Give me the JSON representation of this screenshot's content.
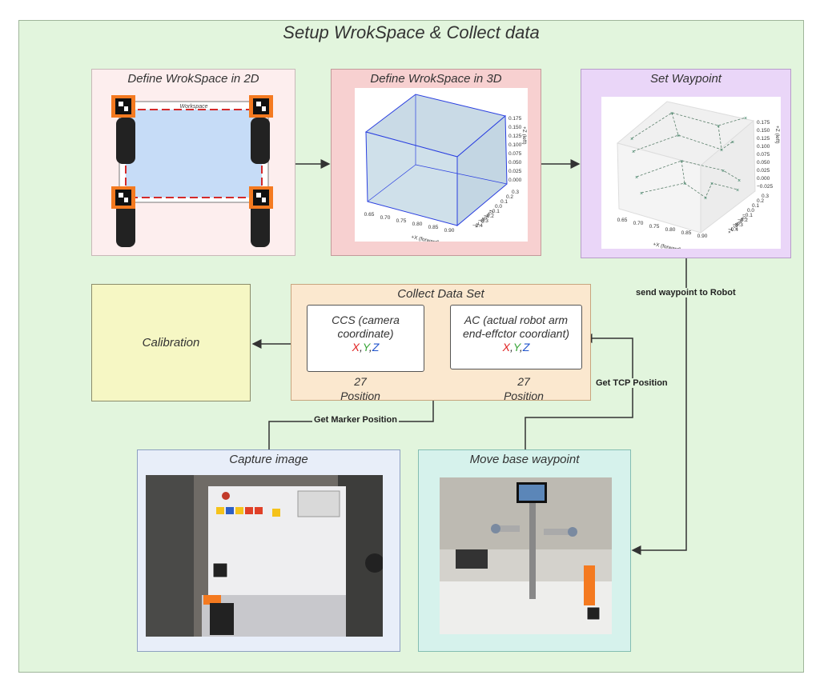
{
  "title": "Setup WrokSpace & Collect data",
  "panels": {
    "ws2d": {
      "title": "Define WrokSpace in 2D",
      "inner_label": "Workspace"
    },
    "ws3d": {
      "title": "Define WrokSpace in 3D",
      "x_label": "+X (forward)",
      "y_label": "+Y (down)",
      "z_label": "+Z (left)",
      "x_ticks": [
        "0.65",
        "0.70",
        "0.75",
        "0.80",
        "0.85",
        "0.90"
      ],
      "y_ticks": [
        "0.3",
        "0.2",
        "0.1",
        "0.0",
        "−0.1",
        "−0.2",
        "−0.3",
        "−0.4"
      ],
      "z_ticks": [
        "0.175",
        "0.150",
        "0.125",
        "0.100",
        "0.075",
        "0.050",
        "0.025",
        "0.000"
      ]
    },
    "waypoint": {
      "title": "Set Waypoint",
      "x_label": "+X (forward)",
      "y_label": "+Y (down)",
      "z_label": "+Z (left)",
      "x_ticks": [
        "0.65",
        "0.70",
        "0.75",
        "0.80",
        "0.85",
        "0.90"
      ],
      "y_ticks": [
        "0.3",
        "0.2",
        "0.1",
        "0.0",
        "−0.1",
        "−0.2",
        "−0.3",
        "−0.4"
      ],
      "z_ticks": [
        "0.175",
        "0.150",
        "0.125",
        "0.100",
        "0.075",
        "0.050",
        "0.025",
        "0.000",
        "−0.025"
      ]
    },
    "calibration": {
      "label": "Calibration"
    },
    "collect": {
      "title": "Collect Data Set",
      "ccs_text": "CCS (camera coordinate)",
      "ac_text": "AC (actual robot arm end-effctor coordiant)",
      "x": "X",
      "comma1": ",",
      "y": "Y",
      "comma2": ",",
      "z": "Z",
      "ccs_count": "27",
      "ac_count": "27",
      "position_label": "Position"
    },
    "capture": {
      "title": "Capture image"
    },
    "move": {
      "title": "Move  base waypoint"
    }
  },
  "arrows": {
    "send_waypoint": "send waypoint to Robot",
    "get_tcp": "Get TCP Position",
    "get_marker": "Get Marker Position"
  },
  "colors": {
    "x": "#e02020",
    "y": "#3aa63a",
    "z": "#2255cc",
    "workspace_fill": "#c6dcf7",
    "marker_orange": "#f47a20"
  }
}
